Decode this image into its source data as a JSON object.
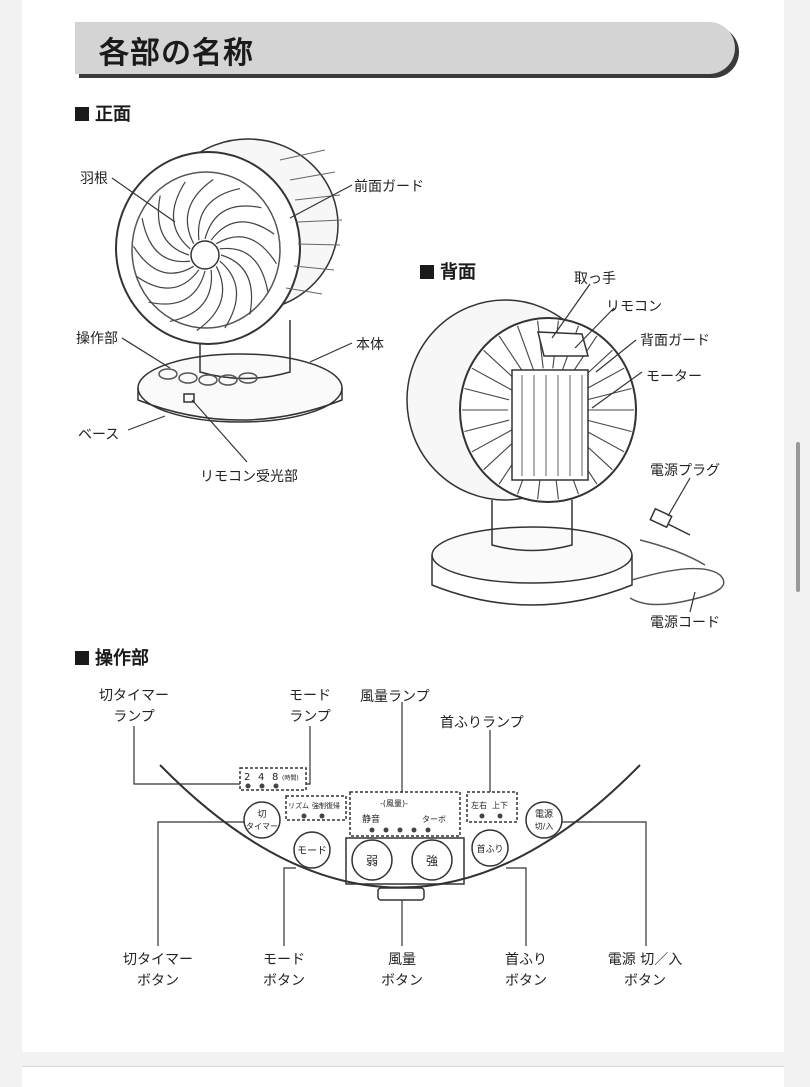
{
  "title": "各部の名称",
  "front": {
    "heading": "正面",
    "labels": {
      "blade": "羽根",
      "front_guard": "前面ガード",
      "control": "操作部",
      "body": "本体",
      "base": "ベース",
      "receiver": "リモコン受光部"
    }
  },
  "back": {
    "heading": "背面",
    "labels": {
      "handle": "取っ手",
      "remote": "リモコン",
      "back_guard": "背面ガード",
      "motor": "モーター",
      "plug": "電源プラグ",
      "cord": "電源コード"
    }
  },
  "panel": {
    "heading": "操作部",
    "top_labels": {
      "timer_lamp": [
        "切タイマー",
        "ランプ"
      ],
      "mode_lamp": [
        "モード",
        "ランプ"
      ],
      "wind_lamp": "風量ランプ",
      "swing_lamp": "首ふりランプ"
    },
    "bottom_labels": {
      "timer_button": [
        "切タイマー",
        "ボタン"
      ],
      "mode_button": [
        "モード",
        "ボタン"
      ],
      "wind_button": [
        "風量",
        "ボタン"
      ],
      "swing_button": [
        "首ふり",
        "ボタン"
      ],
      "power_button": [
        "電源 切／入",
        "ボタン"
      ]
    },
    "markings": {
      "timer_hours": [
        "2",
        "4",
        "8"
      ],
      "timer_unit": "(時間)",
      "mode_names": [
        "リズム",
        "強制復帰"
      ],
      "wind_title": "-(風量)-",
      "wind_low": "静音",
      "wind_high": "ターボ",
      "swing_lr": "左右",
      "swing_ud": "上下"
    },
    "buttons": {
      "timer": [
        "切",
        "タイマー"
      ],
      "mode": "モード",
      "weak": "弱",
      "strong": "強",
      "swing": "首ふり",
      "power": [
        "電源",
        "切/入"
      ]
    }
  }
}
